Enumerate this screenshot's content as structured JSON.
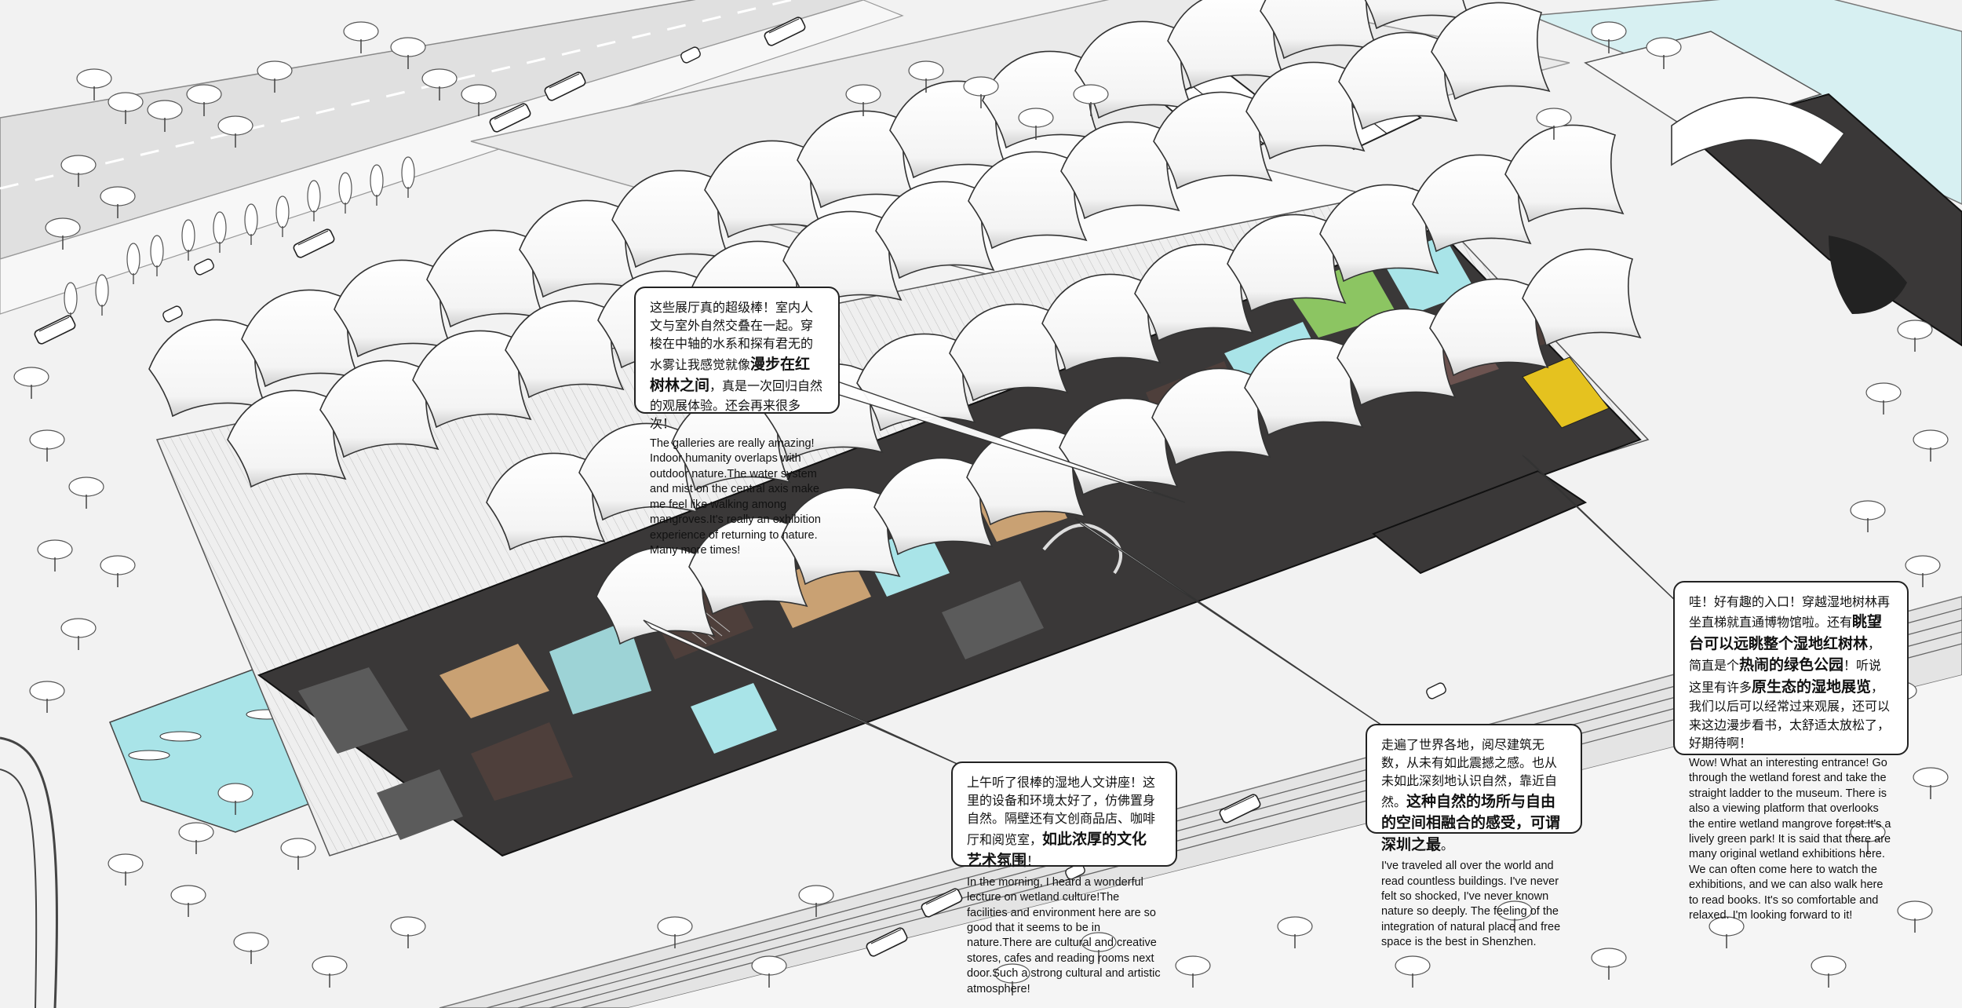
{
  "annotations": [
    {
      "id": "galleries",
      "zh_parts": [
        "这些展厅真的超级棒！室内人文与室外自然交叠在一起。穿梭在中轴的水系和探有君无的水雾让我感觉就像",
        "漫步在红树林之间",
        "，真是一次回归自然的观展体验。还会再来很多次！"
      ],
      "en": "The galleries are really amazing! Indoor humanity overlaps with outdoor nature.The water system and mist on the central axis make me feel like walking among mangroves.It's really an exhibition experience of returning to nature. Many more times!"
    },
    {
      "id": "lecture",
      "zh_parts": [
        "上午听了很棒的湿地人文讲座！这里的设备和环境太好了，仿佛置身自然。隔壁还有文创商品店、咖啡厅和阅览室，",
        "如此浓厚的文化艺术氛围",
        "！"
      ],
      "en": "In the morning, I heard a wonderful lecture on wetland culture!The facilities and environment here are so good that it seems to be in nature.There are cultural and creative stores, cafes and reading rooms next door.Such a strong cultural and artistic atmosphere!"
    },
    {
      "id": "traveled",
      "zh_parts": [
        "走遍了世界各地，阅尽建筑无数，从未有如此震撼之感。也从未如此深刻地认识自然，靠近自然。",
        "这种自然的场所与自由的空间相融合的感受，可谓深圳之最",
        "。"
      ],
      "en": "I've traveled all over the world and read countless buildings. I've never felt so shocked, I've never known nature so deeply. The feeling of the integration of natural place and free space is the best in Shenzhen."
    },
    {
      "id": "entrance",
      "zh_parts": [
        "哇！好有趣的入口！穿越湿地树林再坐直梯就直通博物馆啦。还有",
        "眺望台可以远眺整个湿地红树林",
        "，简直是个",
        "热闹的绿色公园",
        "！听说这里有许多",
        "原生态的湿地展览",
        "，我们以后可以经常过来观展，还可以来这边漫步看书，太舒适太放松了，好期待啊！"
      ],
      "en": "Wow! What an interesting entrance! Go through the wetland forest and take the straight ladder to the museum. There is also a viewing platform that overlooks the entire wetland mangrove forest.It's a lively green park! It is said that there are many original wetland exhibitions here. We can often come here to watch the exhibitions, and we can also walk here to read books. It's so comfortable and relaxed. I'm looking forward to it!"
    }
  ],
  "colors": {
    "background": "#f4f4f4",
    "road": "#e3e3e3",
    "pool": "#a9e4e8",
    "roof": "#ffffff",
    "interior_dark": "#3a3838",
    "interior_brown": "#4e3f3b",
    "wood": "#c9a173",
    "green": "#8cc562",
    "yellow": "#e5c21f"
  },
  "icons": [
    "basketball-court-icon",
    "tennis-court-icon",
    "bus-icon",
    "tree-icon"
  ]
}
